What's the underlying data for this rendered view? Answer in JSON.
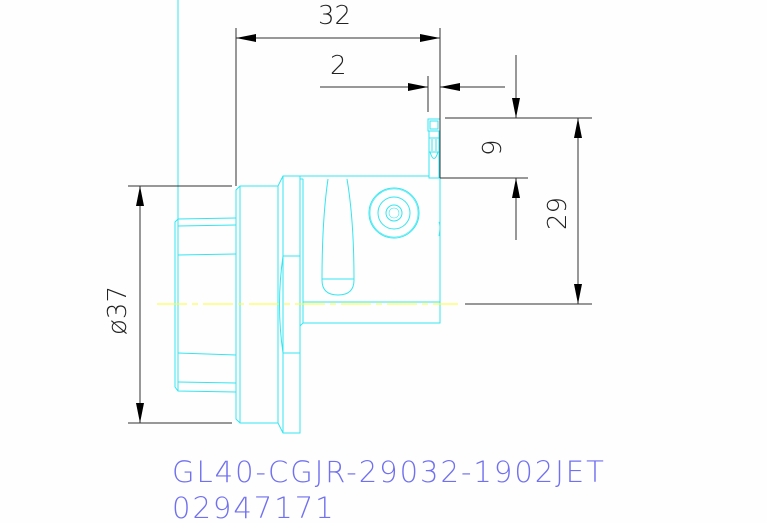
{
  "drawing": {
    "dimensions": {
      "overall_length": "32",
      "insert_offset": "2",
      "insert_height": "9",
      "center_height": "29",
      "shank_diameter": "ø37"
    },
    "part_number": "GL40-CGJR-29032-1902JET",
    "article_number": "02947171",
    "colors": {
      "outline": "#33e6f0",
      "centerline": "#ffff33",
      "dimension": "#222222",
      "caption": "#7070f0"
    }
  }
}
